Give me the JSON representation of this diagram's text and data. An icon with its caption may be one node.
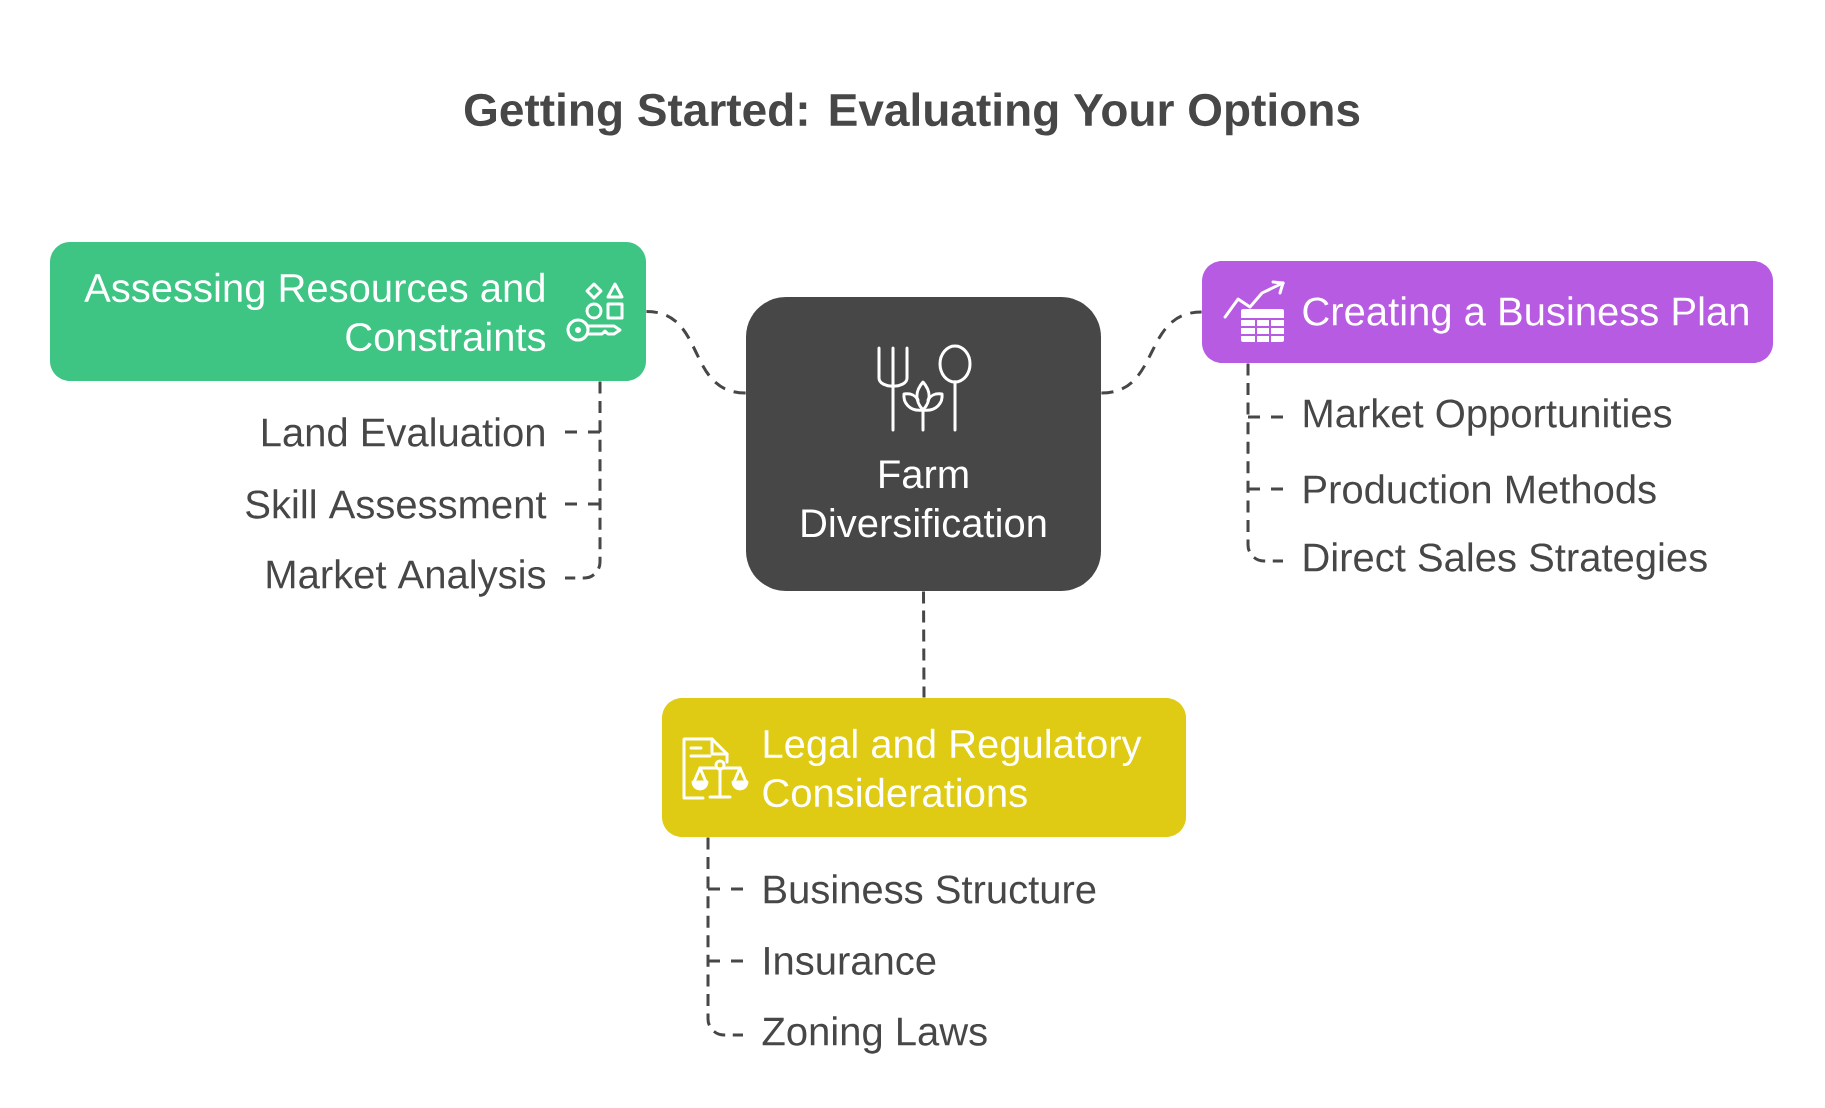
{
  "diagram": {
    "title": "Getting Started: Evaluating Your Options",
    "nodes": [
      {
        "text": [
          "Farm Diversification"
        ]
      },
      {
        "text": [
          "Assessing Resources and Constraints"
        ]
      },
      {
        "text": [
          "Land Evaluation"
        ]
      },
      {
        "text": [
          "Skill Assessment"
        ]
      },
      {
        "text": [
          "Market Analysis"
        ]
      },
      {
        "text": [
          "Creating a Business Plan"
        ]
      },
      {
        "text": [
          "Market Opportunities"
        ]
      },
      {
        "text": [
          "Production Methods"
        ]
      },
      {
        "text": [
          "Direct Sales Strategies"
        ]
      },
      {
        "text": [
          "Legal and Regulatory Considerations"
        ]
      },
      {
        "text": [
          "Business Structure"
        ]
      },
      {
        "text": [
          "Insurance"
        ]
      },
      {
        "text": [
          "Zoning Laws"
        ]
      }
    ],
    "edges": [
      {
        "from": 0,
        "to": 1,
        "arrow": "none",
        "style": "dashed"
      },
      {
        "from": 1,
        "to": 2,
        "arrow": "none",
        "style": "dashed"
      },
      {
        "from": 1,
        "to": 3,
        "arrow": "none",
        "style": "dashed"
      },
      {
        "from": 1,
        "to": 4,
        "arrow": "none",
        "style": "dashed"
      },
      {
        "from": 0,
        "to": 5,
        "arrow": "none",
        "style": "dashed"
      },
      {
        "from": 5,
        "to": 6,
        "arrow": "none",
        "style": "dashed"
      },
      {
        "from": 5,
        "to": 7,
        "arrow": "none",
        "style": "dashed"
      },
      {
        "from": 5,
        "to": 8,
        "arrow": "none",
        "style": "dashed"
      },
      {
        "from": 0,
        "to": 9,
        "arrow": "none",
        "style": "dashed"
      },
      {
        "from": 9,
        "to": 10,
        "arrow": "none",
        "style": "dashed"
      },
      {
        "from": 9,
        "to": 11,
        "arrow": "none",
        "style": "dashed"
      },
      {
        "from": 9,
        "to": 12,
        "arrow": "none",
        "style": "dashed"
      }
    ]
  }
}
